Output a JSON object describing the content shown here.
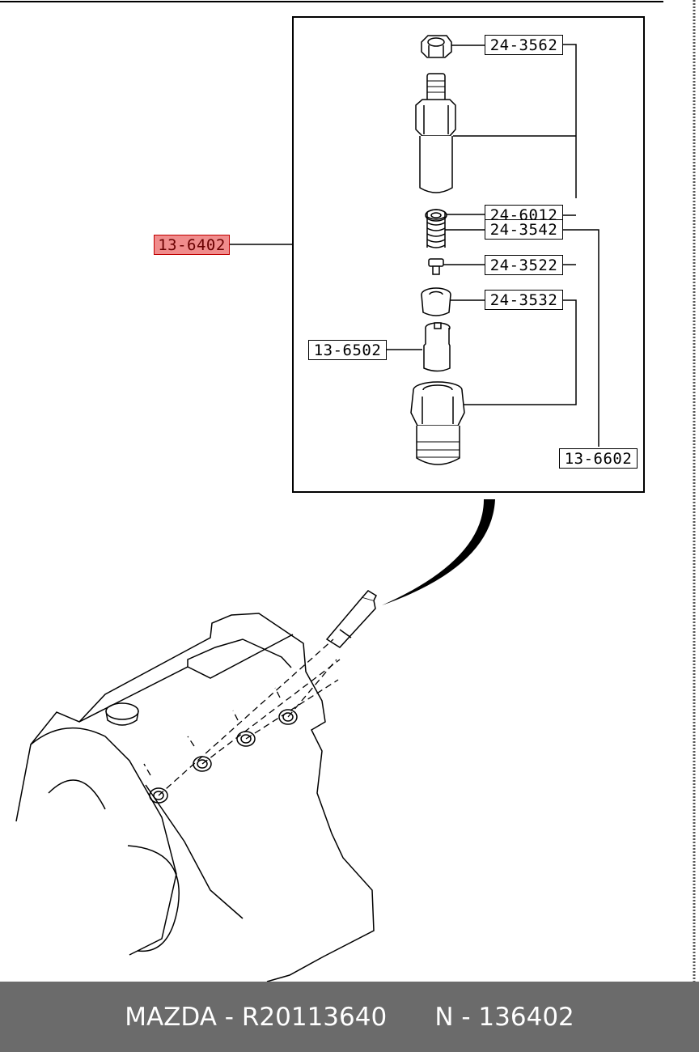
{
  "diagram": {
    "callouts": [
      {
        "id": "c1",
        "label": "24-3562"
      },
      {
        "id": "c2",
        "label": "24-6012"
      },
      {
        "id": "c3",
        "label": "24-3542"
      },
      {
        "id": "c4",
        "label": "24-3522"
      },
      {
        "id": "c5",
        "label": "24-3532"
      },
      {
        "id": "c6",
        "label": "13-6502"
      },
      {
        "id": "c7",
        "label": "13-6602"
      },
      {
        "id": "c8",
        "label": "13-6402",
        "highlighted": true
      }
    ],
    "highlight_color": "#f08c8c"
  },
  "footer": {
    "brand": "MAZDA",
    "part_number": "R20113640",
    "n_label": "N",
    "n_value": "136402",
    "background": "#6b6b6b"
  }
}
